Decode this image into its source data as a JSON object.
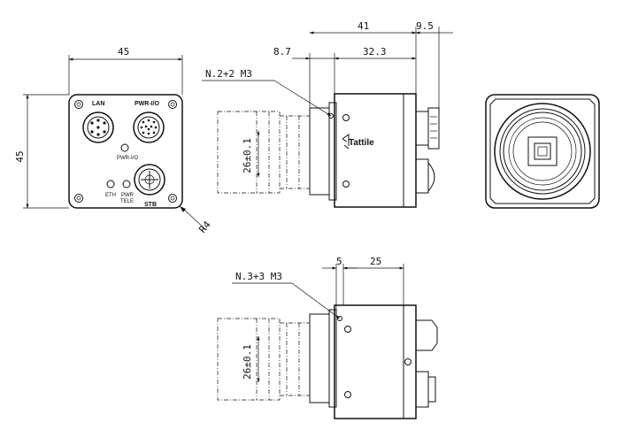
{
  "front_view": {
    "width_dim": "45",
    "height_dim": "45",
    "corner_radius_dim": "R4",
    "connectors": {
      "lan": "LAN",
      "pwr_io": "PWR-I/O",
      "pwr_io_led": "PWR-I/O",
      "stb": "STB",
      "eth": "ETH",
      "pwr": "PWR",
      "tele": "TELE"
    }
  },
  "side_view": {
    "overall_dim": "41",
    "connector_dim": "9.5",
    "front_dim": "8.7",
    "body_dim": "32.3",
    "holes_note": "N.2+2 M3",
    "lens_dim": "26±0.1",
    "brand": "Tattile"
  },
  "top_view": {
    "front_dim": "5",
    "body_dim": "25",
    "holes_note": "N.3+3 M3",
    "lens_dim": "26±0.1"
  }
}
